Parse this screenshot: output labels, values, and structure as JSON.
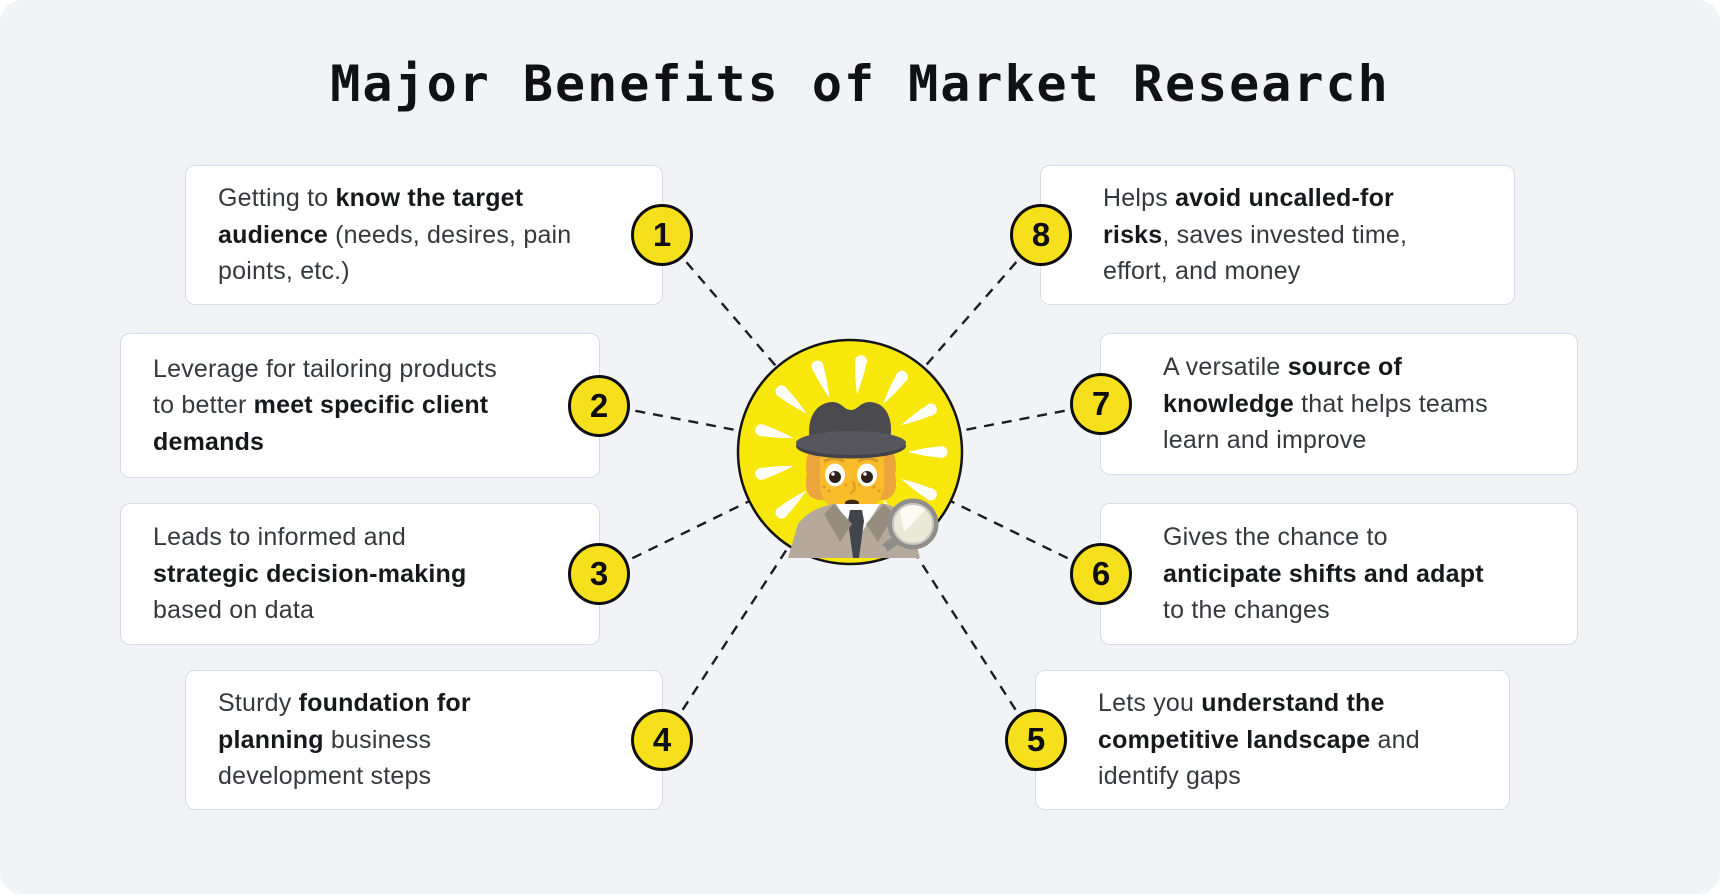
{
  "title": "Major Benefits of Market Research",
  "center_icon": "detective-emoji-in-yellow-burst-circle",
  "colors": {
    "background": "#F2F3F6",
    "card_background": "#FFFFFF",
    "card_border": "#D8DCE4",
    "badge_yellow": "#F6E01C",
    "burst_yellow": "#F7E70B",
    "line_black": "#1D1D1F",
    "text_regular": "#35383D",
    "text_bold": "#17181B"
  },
  "benefits": [
    {
      "number": "1",
      "lines": [
        [
          {
            "t": "Getting to ",
            "b": false
          },
          {
            "t": "know the target",
            "b": true
          }
        ],
        [
          {
            "t": "audience",
            "b": true
          },
          {
            "t": " (needs, desires, pain",
            "b": false
          }
        ],
        [
          {
            "t": "points, etc.)",
            "b": false
          }
        ]
      ]
    },
    {
      "number": "2",
      "lines": [
        [
          {
            "t": "Leverage for tailoring products",
            "b": false
          }
        ],
        [
          {
            "t": "to better ",
            "b": false
          },
          {
            "t": "meet specific client",
            "b": true
          }
        ],
        [
          {
            "t": "demands",
            "b": true
          }
        ]
      ]
    },
    {
      "number": "3",
      "lines": [
        [
          {
            "t": "Leads to informed and",
            "b": false
          }
        ],
        [
          {
            "t": "strategic decision-making",
            "b": true
          }
        ],
        [
          {
            "t": "based on data",
            "b": false
          }
        ]
      ]
    },
    {
      "number": "4",
      "lines": [
        [
          {
            "t": "Sturdy ",
            "b": false
          },
          {
            "t": "foundation for",
            "b": true
          }
        ],
        [
          {
            "t": "planning",
            "b": true
          },
          {
            "t": " business",
            "b": false
          }
        ],
        [
          {
            "t": "development steps",
            "b": false
          }
        ]
      ]
    },
    {
      "number": "5",
      "lines": [
        [
          {
            "t": "Lets you ",
            "b": false
          },
          {
            "t": "understand the",
            "b": true
          }
        ],
        [
          {
            "t": "competitive landscape",
            "b": true
          },
          {
            "t": " and",
            "b": false
          }
        ],
        [
          {
            "t": "identify gaps",
            "b": false
          }
        ]
      ]
    },
    {
      "number": "6",
      "lines": [
        [
          {
            "t": "Gives the chance to",
            "b": false
          }
        ],
        [
          {
            "t": "anticipate shifts and adapt",
            "b": true
          }
        ],
        [
          {
            "t": "to the changes",
            "b": false
          }
        ]
      ]
    },
    {
      "number": "7",
      "lines": [
        [
          {
            "t": "A versatile ",
            "b": false
          },
          {
            "t": "source of",
            "b": true
          }
        ],
        [
          {
            "t": "knowledge",
            "b": true
          },
          {
            "t": " that helps teams",
            "b": false
          }
        ],
        [
          {
            "t": "learn and improve",
            "b": false
          }
        ]
      ]
    },
    {
      "number": "8",
      "lines": [
        [
          {
            "t": "Helps ",
            "b": false
          },
          {
            "t": "avoid uncalled-for",
            "b": true
          }
        ],
        [
          {
            "t": "risks",
            "b": true
          },
          {
            "t": ", saves invested time,",
            "b": false
          }
        ],
        [
          {
            "t": "effort, and money",
            "b": false
          }
        ]
      ]
    }
  ]
}
